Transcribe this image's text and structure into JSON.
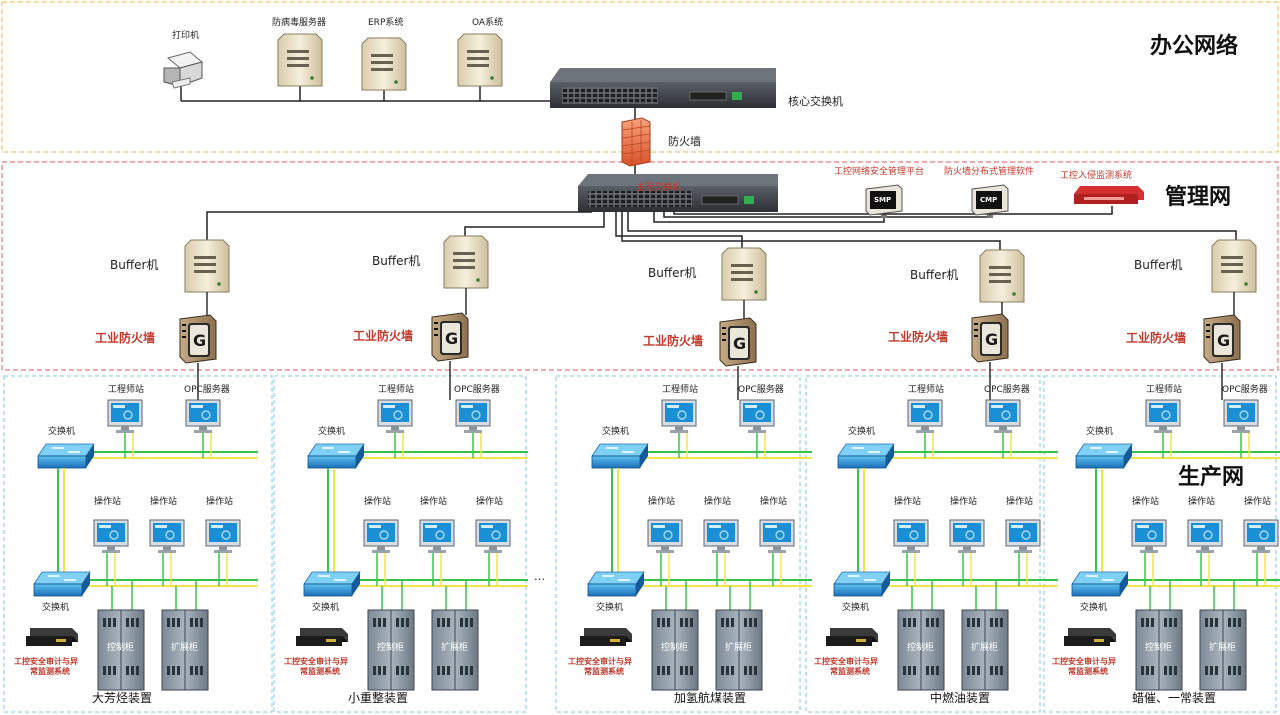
{
  "zones": {
    "office": "办公网络",
    "management": "管理网",
    "production": "生产网"
  },
  "office": {
    "printer": "打印机",
    "antivirus": "防病毒服务器",
    "erp": "ERP系统",
    "oa": "OA系统",
    "core_switch": "核心交换机",
    "firewall": "防火墙"
  },
  "management": {
    "main_switch": "主管交换机",
    "smp": "工控网络安全管理平台",
    "cmp": "防火墙分布式管理软件",
    "ids": "工控入侵监测系统",
    "smp_badge": "SMP",
    "cmp_badge": "CMP"
  },
  "common": {
    "buffer": "Buffer机",
    "industrial_fw": "工业防火墙",
    "engineer": "工程师站",
    "opc": "OPC服务器",
    "switch": "交换机",
    "operator": "操作站",
    "control_cabinet": "控制柜",
    "expansion_cabinet": "扩展柜",
    "audit_line1": "工控安全审计与异",
    "audit_line2": "常监测系统",
    "fw_glyph": "G",
    "ellipsis": "…"
  },
  "plants": [
    "大芳烃装置",
    "小重整装置",
    "加氢航煤装置",
    "中燃油装置",
    "蜡催、一常装置"
  ],
  "colors": {
    "office_border": "#f0c36d",
    "mgmt_border": "#e07b7b",
    "prod_border": "#7fc4e6",
    "yellow_line": "#f2e34a",
    "green_line": "#39c24a",
    "red_label": "#c0392b"
  },
  "icons": [
    "printer-icon",
    "server-icon",
    "switch-icon",
    "firewall-icon",
    "workstation-icon",
    "cabinet-icon",
    "audit-box-icon",
    "ids-appliance-icon",
    "industrial-firewall-icon"
  ]
}
